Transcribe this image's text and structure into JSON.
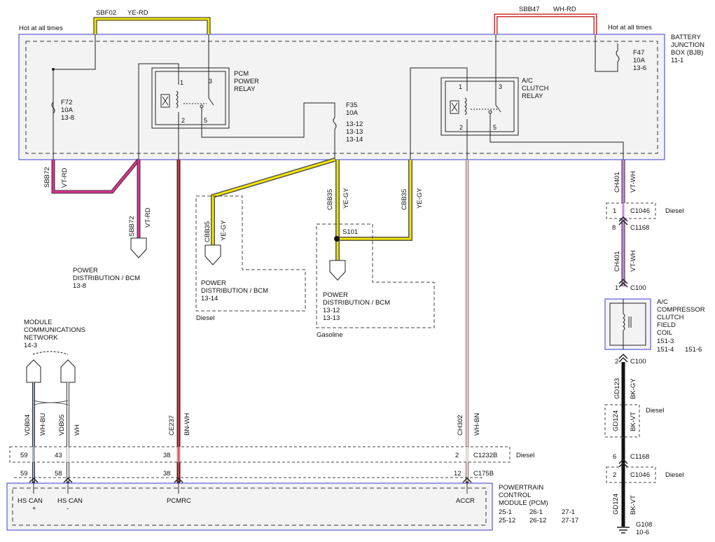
{
  "bjb": {
    "hot_left": "Hot at all times",
    "hot_right": "Hot at all times",
    "name": [
      "BATTERY",
      "JUNCTION",
      "BOX (BJB)",
      "11-1"
    ]
  },
  "top_wires": {
    "sbf02": "SBF02",
    "sbf02_color": "YE-RD",
    "sbb47": "SBB47",
    "sbb47_color": "WH-RD"
  },
  "fuses": {
    "f72": [
      "F72",
      "10A",
      "13-8"
    ],
    "f35": [
      "F35",
      "10A",
      "13-12",
      "13-13",
      "13-14"
    ],
    "f47": [
      "F47",
      "10A",
      "13-6"
    ]
  },
  "pcm_relay": {
    "label": [
      "PCM",
      "POWER",
      "RELAY"
    ],
    "pins": [
      "1",
      "3",
      "2",
      "5"
    ]
  },
  "ac_relay": {
    "label": [
      "A/C",
      "CLUTCH",
      "RELAY"
    ],
    "pins": [
      "1",
      "3",
      "2",
      "5"
    ]
  },
  "wires": {
    "sbb72_a": {
      "circuit": "SBB72",
      "color": "VT-RD"
    },
    "sbb72_b": {
      "circuit": "SBB72",
      "color": "VT-RD"
    },
    "cbb35_a": {
      "circuit": "CBB35",
      "color": "YE-GY"
    },
    "cbb35_b": {
      "circuit": "CBB35",
      "color": "YE-GY"
    },
    "cbb35_c": {
      "circuit": "CBB35",
      "color": "YE-GY"
    },
    "ch401_a": {
      "circuit": "CH401",
      "color": "VT-WH"
    },
    "ch401_b": {
      "circuit": "CH401",
      "color": "VT-WH"
    },
    "gd123": {
      "circuit": "GD123",
      "color": "BK-GY"
    },
    "gd124_a": {
      "circuit": "GD124",
      "color": "BK-VT"
    },
    "gd124_b": {
      "circuit": "GD124",
      "color": "BK-VT"
    },
    "vdb04": {
      "circuit": "VDB04",
      "color": "WH-BU"
    },
    "vdb05": {
      "circuit": "VDB05",
      "color": "WH"
    },
    "ce237": {
      "circuit": "CE237",
      "color": "BN-WH"
    },
    "ch302": {
      "circuit": "CH302",
      "color": "WH-BN"
    }
  },
  "destinations": {
    "pd_13_8": [
      "POWER",
      "DISTRIBUTION / BCM",
      "13-8"
    ],
    "pd_13_14": [
      "POWER",
      "DISTRIBUTION / BCM",
      "13-14"
    ],
    "pd_13_12": [
      "POWER",
      "DISTRIBUTION / BCM",
      "13-12",
      "13-13"
    ],
    "mcn": [
      "MODULE",
      "COMMUNICATIONS",
      "NETWORK",
      "14-3"
    ]
  },
  "splice": "S101",
  "options": {
    "diesel": "Diesel",
    "gasoline": "Gasoline"
  },
  "connectors": {
    "c1046_top": {
      "pin": "1",
      "name": "C1046"
    },
    "c1168_top": {
      "pin": "8",
      "name": "C1168"
    },
    "c100_top": {
      "pin": "1",
      "name": "C100"
    },
    "c100_bottom": {
      "pin": "2",
      "name": "C100"
    },
    "c1168_bottom": {
      "pin": "6",
      "name": "C1168"
    },
    "c1046_bottom": {
      "pin": "2",
      "name": "C1046"
    },
    "c1232b": {
      "name": "C1232B",
      "pins": [
        "59",
        "43",
        "38",
        "2"
      ]
    },
    "c175b": {
      "name": "C175B",
      "pins": [
        "59",
        "58",
        "38",
        "12"
      ]
    }
  },
  "compressor": {
    "label": [
      "A/C",
      "COMPRESSOR",
      "CLUTCH",
      "FIELD",
      "COIL"
    ],
    "refs": [
      "151-3",
      "151-4",
      "151-6"
    ]
  },
  "ground": {
    "name": "G108",
    "ref": "10-6"
  },
  "pcm": {
    "name": [
      "POWERTRAIN",
      "CONTROL",
      "MODULE (PCM)"
    ],
    "refs": [
      "25-1",
      "26-1",
      "27-1",
      "25-12",
      "26-12",
      "27-17"
    ],
    "pins": {
      "hscan_plus": "HS CAN",
      "plus": "+",
      "hscan_minus": "HS CAN",
      "minus": "-",
      "pcmrc": "PCMRC",
      "accr": "ACCR"
    }
  }
}
